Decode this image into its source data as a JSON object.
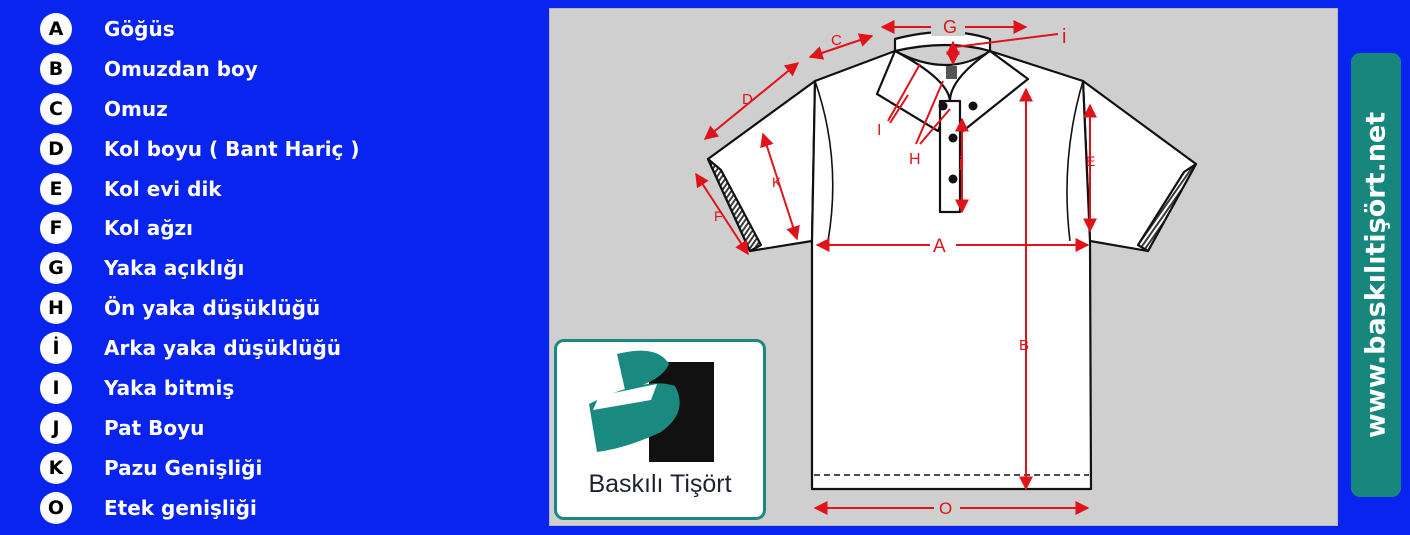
{
  "legend": [
    {
      "letter": "A",
      "label": "Göğüs"
    },
    {
      "letter": "B",
      "label": "Omuzdan boy"
    },
    {
      "letter": "C",
      "label": "Omuz"
    },
    {
      "letter": "D",
      "label": "Kol boyu ( Bant Hariç )"
    },
    {
      "letter": "E",
      "label": "Kol evi dik"
    },
    {
      "letter": "F",
      "label": "Kol ağzı"
    },
    {
      "letter": "G",
      "label": "Yaka açıklığı"
    },
    {
      "letter": "H",
      "label": "Ön yaka düşüklüğü"
    },
    {
      "letter": "İ",
      "label": "Arka yaka düşüklüğü"
    },
    {
      "letter": "I",
      "label": "Yaka bitmiş"
    },
    {
      "letter": "J",
      "label": "Pat Boyu"
    },
    {
      "letter": "K",
      "label": "Pazu Genişliği"
    },
    {
      "letter": "O",
      "label": "Etek genişliği"
    }
  ],
  "diagram_labels": {
    "a": "A",
    "b": "B",
    "c": "C",
    "d": "D",
    "e": "E",
    "f": "F",
    "g": "G",
    "h": "H",
    "i_dot": "i",
    "i": "I",
    "j": "j",
    "k": "K",
    "o": "O"
  },
  "logo": {
    "text": "Baskılı Tişört"
  },
  "side_banner": {
    "text": "www.baskılıtişört.net"
  },
  "colors": {
    "background": "#0a24f0",
    "measure": "#e0131a",
    "brand": "#17877d"
  }
}
